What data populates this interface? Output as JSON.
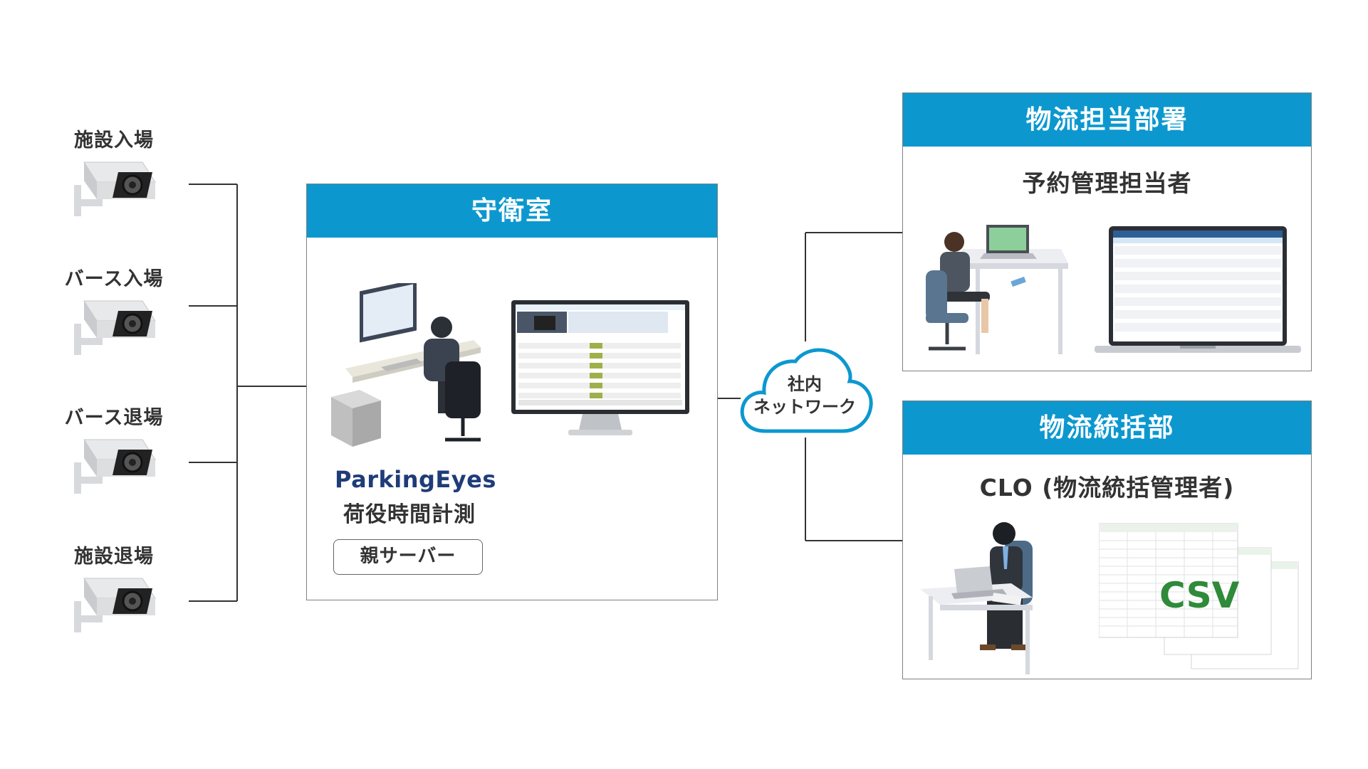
{
  "cameras": {
    "facility_entry": "施設入場",
    "berth_entry": "バース入場",
    "berth_exit": "バース退場",
    "facility_exit": "施設退場"
  },
  "guard_room": {
    "title": "守衛室",
    "brand": "ParkingEyes",
    "product": "荷役時間計測",
    "server_label": "親サーバー"
  },
  "network": {
    "line1": "社内",
    "line2": "ネットワーク"
  },
  "logistics_dept": {
    "title": "物流担当部署",
    "role": "予約管理担当者"
  },
  "logistics_hq": {
    "title": "物流統括部",
    "role": "CLO (物流統括管理者)",
    "file_label": "CSV"
  },
  "colors": {
    "header_blue": "#0c98cf",
    "brand_navy": "#1e3c78",
    "csv_green": "#2f8a3a"
  }
}
